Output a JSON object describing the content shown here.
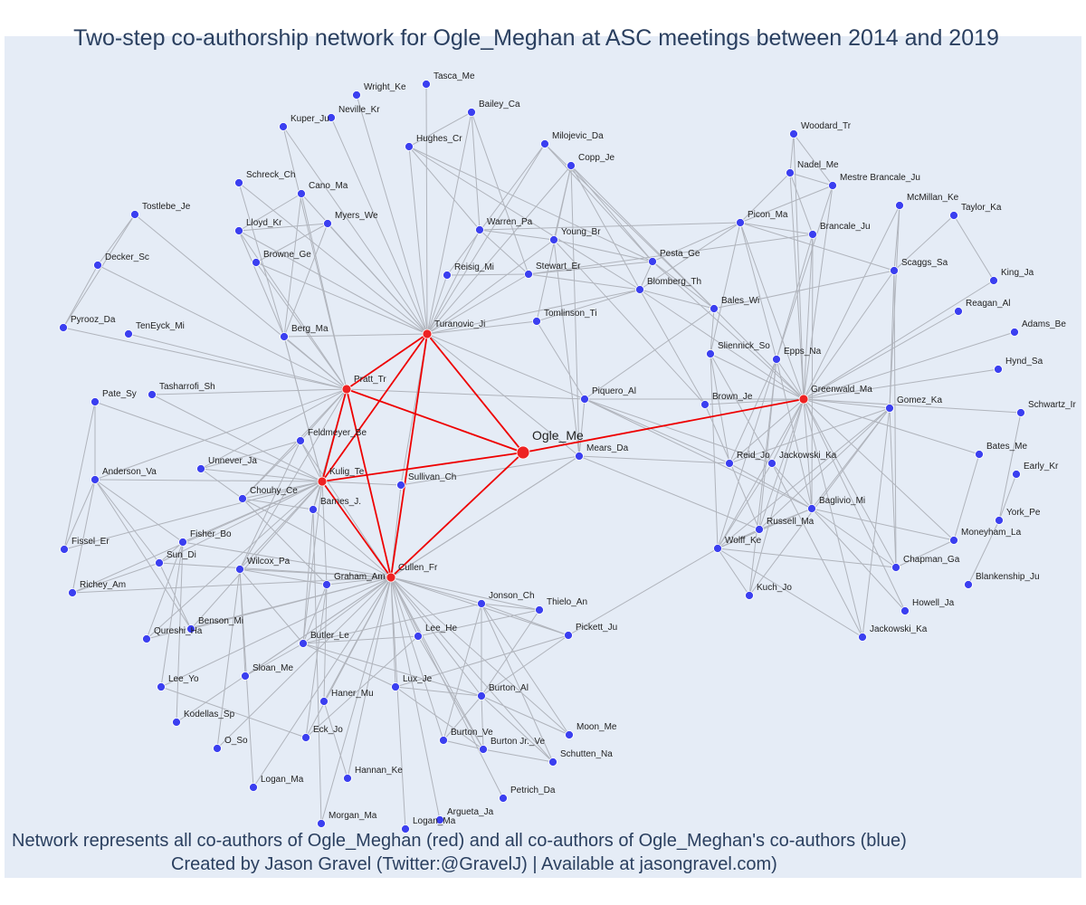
{
  "title": "Two-step co-authorship network for Ogle_Meghan at ASC meetings between 2014 and 2019",
  "caption_line1": "Network represents all co-authors of Ogle_Meghan (red) and all co-authors of Ogle_Meghan's co-authors (blue)",
  "caption_line2": "Created by Jason Gravel (Twitter:@GravelJ) | Available at jasongravel.com)",
  "colors": {
    "background": "#e5ecf6",
    "blue_node": "#3b3ff0",
    "red_node": "#ee2222",
    "edge_gray": "#b0b4bc",
    "edge_red": "#ee0000",
    "text": "#2a3f5f"
  },
  "center_node": "Ogle_Me",
  "red_nodes": [
    "Turanovic_Ji",
    "Pratt_Tr",
    "Kulig_Te",
    "Cullen_Fr",
    "Greenwald_Ma"
  ],
  "blue_nodes": [
    "Tasca_Me",
    "Wright_Ke",
    "Bailey_Ca",
    "Neville_Kr",
    "Kuper_Ju",
    "Hughes_Cr",
    "Milojevic_Da",
    "Copp_Je",
    "Woodard_Tr",
    "Schreck_Ch",
    "Cano_Ma",
    "Nadel_Me",
    "Mestre Brancale_Ju",
    "Tostlebe_Je",
    "Lloyd_Kr",
    "Myers_We",
    "McMillan_Ke",
    "Taylor_Ka",
    "Warren_Pa",
    "Picon_Ma",
    "Brancale_Ju",
    "Young_Br",
    "Decker_Sc",
    "Browne_Ge",
    "Pesta_Ge",
    "Reisig_Mi",
    "Stewart_Er",
    "Scaggs_Sa",
    "King_Ja",
    "Blomberg_Th",
    "Bales_Wi",
    "Reagan_Al",
    "Pyrooz_Da",
    "Tomlinson_Ti",
    "TenEyck_Mi",
    "Berg_Ma",
    "Adams_Be",
    "Sliennick_So",
    "Epps_Na",
    "Hynd_Sa",
    "Tasharrofi_Sh",
    "Pate_Sy",
    "Piquero_Al",
    "Gomez_Ka",
    "Brown_Je",
    "Schwartz_Ir",
    "Feldmeyer_Be",
    "Mears_Da",
    "Bates_Me",
    "Unnever_Ja",
    "Anderson_Va",
    "Sullivan_Ch",
    "Reid_Jo",
    "Jackowski_Ka",
    "Early_Kr",
    "Chouhy_Ce",
    "Barnes_J.",
    "Baglivio_Mi",
    "York_Pe",
    "Russell_Ma",
    "Fisher_Bo",
    "Fissel_Er",
    "Wolff_Ke",
    "Moneyham_La",
    "Sun_Di",
    "Wilcox_Pa",
    "Chapman_Ga",
    "Graham_Am",
    "Blankenship_Ju",
    "Richey_Am",
    "Kuch_Jo",
    "Jonson_Ch",
    "Thielo_An",
    "Benson_Mi",
    "Howell_Ja",
    "Pickett_Ju",
    "Lee_He",
    "Qureshi_Ha",
    "Butler_Le",
    "Jackowski_Ka",
    "Sloan_Me",
    "Lux_Je",
    "Lee_Yo",
    "Burton_Al",
    "Haner_Mu",
    "Kodellas_Sp",
    "Moon_Me",
    "Eck_Jo",
    "Burton_Ve",
    "Burton Jr._Ve",
    "O_So",
    "Schutten_Na",
    "Hannan_Ke",
    "Logan_Ma",
    "Petrich_Da",
    "Argueta_Ja",
    "Morgan_Ma",
    "Logan_Ma"
  ]
}
